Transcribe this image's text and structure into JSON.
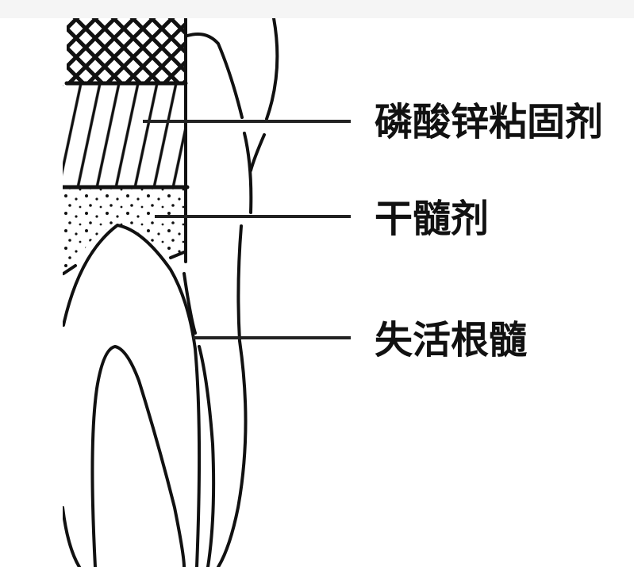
{
  "diagram": {
    "labels": [
      {
        "text": "磷酸锌粘固剂"
      },
      {
        "text": "干髓剂"
      },
      {
        "text": "失活根髓"
      }
    ]
  },
  "colors": {
    "ink": "#111111",
    "topbar": "#f5f5f5"
  }
}
